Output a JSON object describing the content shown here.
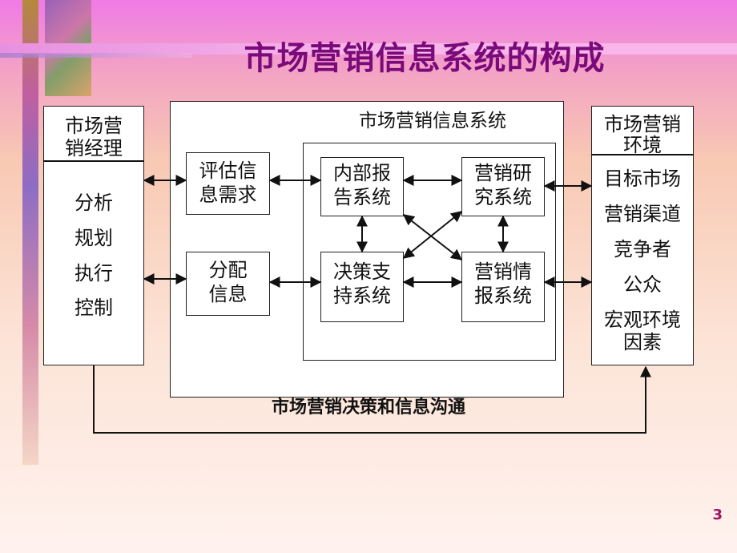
{
  "title": "市场营销信息系统的构成",
  "page_number": "3",
  "left_box": {
    "header": [
      "市场营",
      "销经理"
    ],
    "items": [
      "分析",
      "规划",
      "执行",
      "控制"
    ]
  },
  "center": {
    "title": "市场营销信息系统",
    "eval_needs": [
      "评估信",
      "息需求"
    ],
    "distribute": [
      "分配",
      "信息"
    ],
    "internal_report": [
      "内部报",
      "告系统"
    ],
    "marketing_research": [
      "营销研",
      "究系统"
    ],
    "decision_support": [
      "决策支",
      "持系统"
    ],
    "marketing_intel": [
      "营销情",
      "报系统"
    ],
    "bottom_label": "市场营销决策和信息沟通"
  },
  "right_box": {
    "header": [
      "市场营销",
      "环境"
    ],
    "items": [
      "目标市场",
      "营销渠道",
      "竞争者",
      "公众",
      "宏观环境",
      "因素"
    ]
  },
  "colors": {
    "title": "#7a0a7a",
    "line": "#222222",
    "page_number": "#a01060"
  }
}
